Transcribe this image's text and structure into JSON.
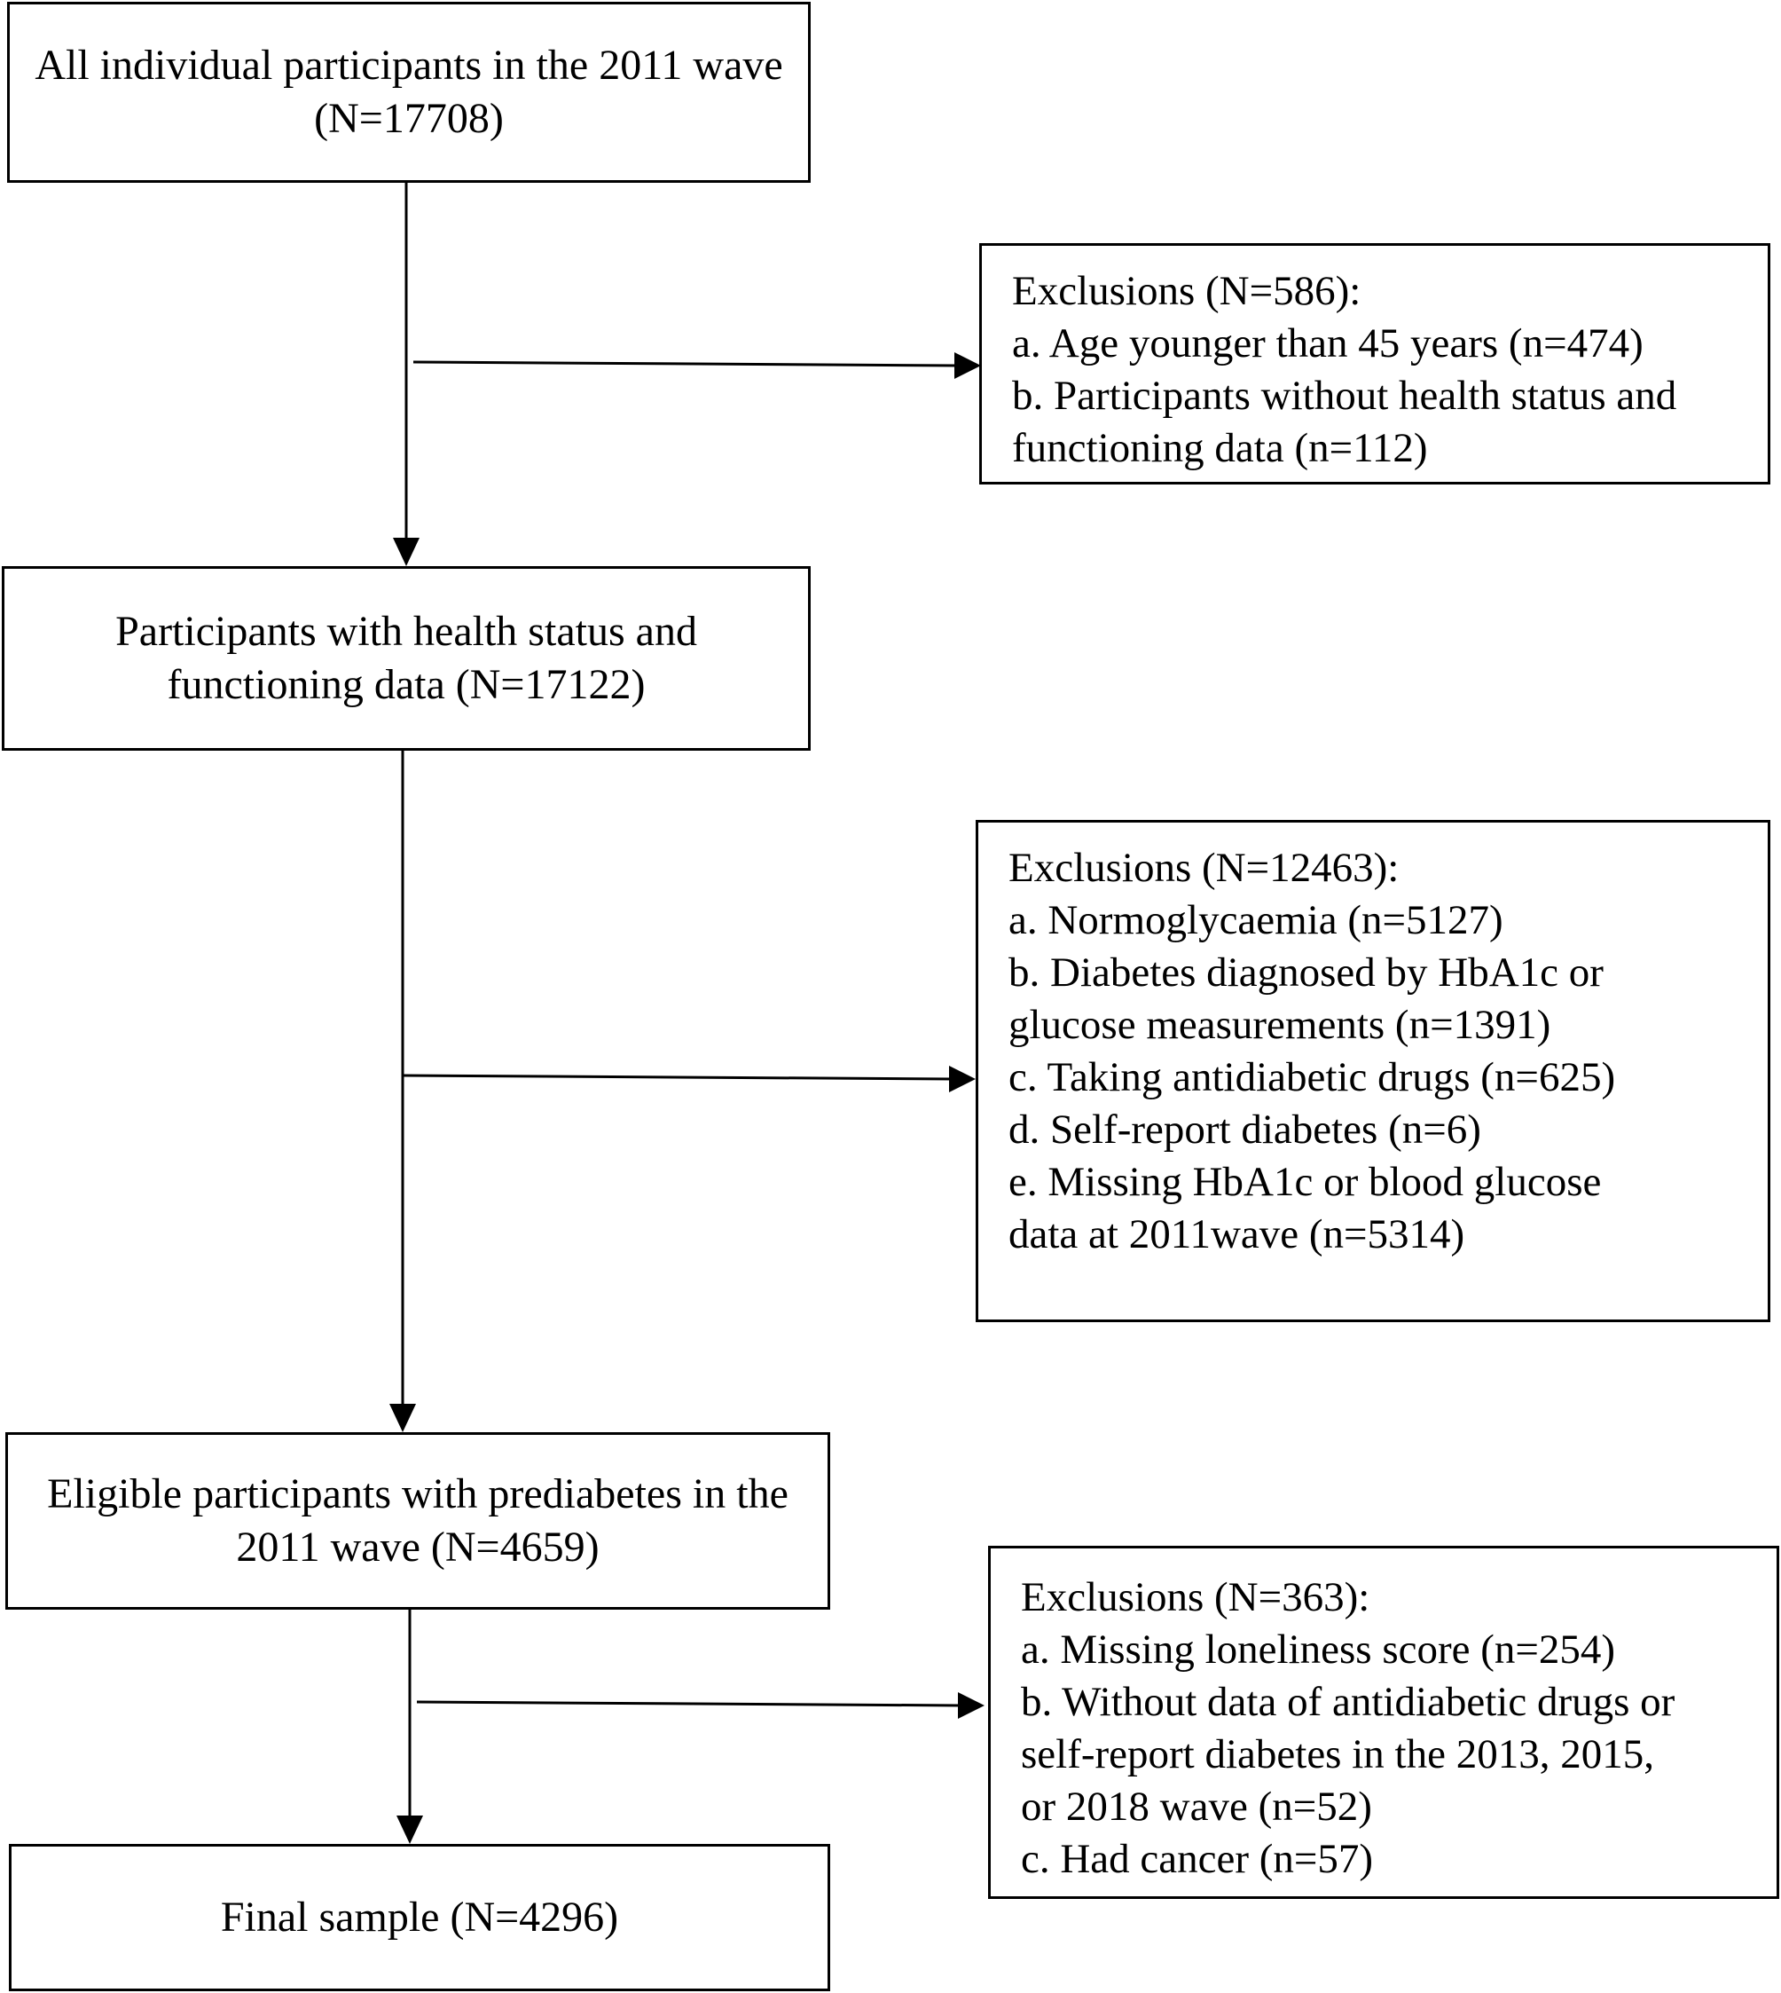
{
  "main_boxes": [
    {
      "text": "All individual participants in the 2011 wave (N=17708)"
    },
    {
      "text": "Participants with health status and functioning data (N=17122)"
    },
    {
      "text": "Eligible participants with prediabetes in the 2011 wave (N=4659)"
    },
    {
      "text": "Final sample (N=4296)"
    }
  ],
  "exclusion_boxes": [
    {
      "lines": [
        "Exclusions (N=586):",
        "a. Age younger than 45 years (n=474)",
        "b. Participants without health status and",
        "functioning data (n=112)"
      ]
    },
    {
      "lines": [
        "Exclusions (N=12463):",
        "a. Normoglycaemia (n=5127)",
        "b. Diabetes diagnosed by HbA1c or",
        "glucose measurements (n=1391)",
        "c. Taking antidiabetic drugs (n=625)",
        "d. Self-report diabetes (n=6)",
        "e. Missing HbA1c or blood glucose",
        "data at 2011wave (n=5314)"
      ]
    },
    {
      "lines": [
        "Exclusions (N=363):",
        "a. Missing loneliness score (n=254)",
        "b. Without data of antidiabetic drugs or",
        "self-report diabetes in the 2013, 2015,",
        "or 2018 wave (n=52)",
        "c. Had cancer (n=57)"
      ]
    }
  ]
}
